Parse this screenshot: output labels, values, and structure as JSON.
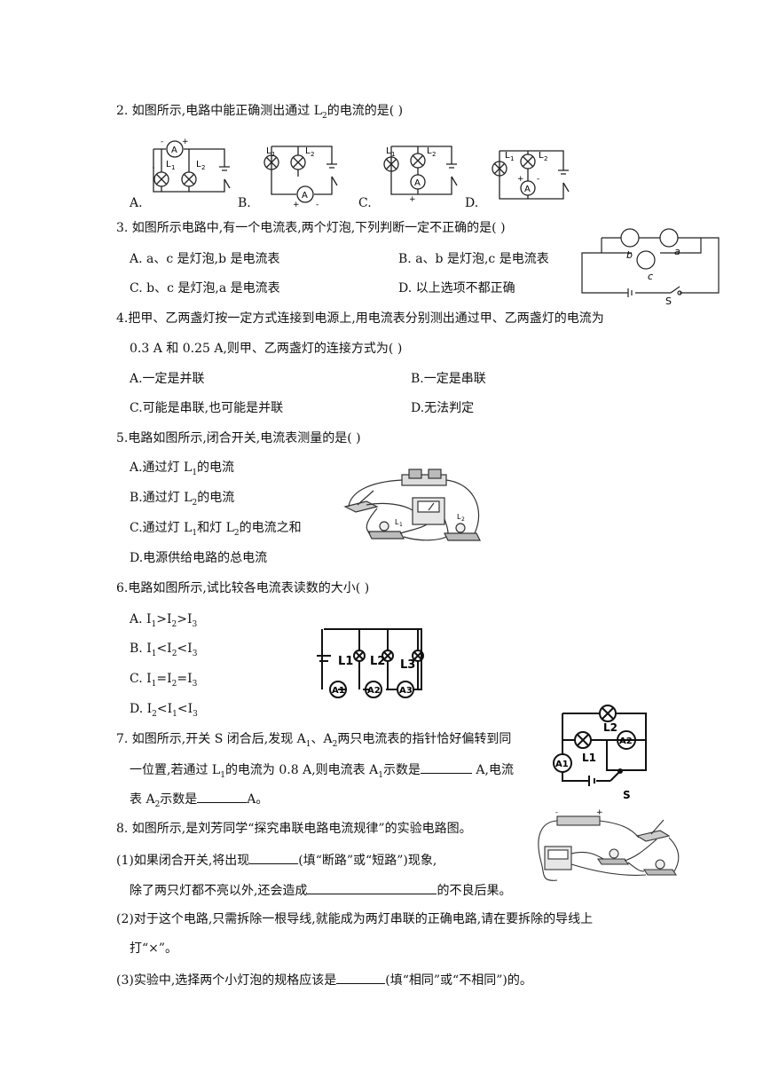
{
  "q2": {
    "stem": "2.  如图所示,电路中能正确测出通过 L",
    "stem_sub": "2",
    "stem_tail": "的电流的是(     )",
    "options": [
      "A.",
      "B.",
      "C.",
      "D."
    ]
  },
  "q3": {
    "stem": "3.  如图所示电路中,有一个电流表,两个灯泡,下列判断一定不正确的是(     )",
    "A": "A.  a、c 是灯泡,b 是电流表",
    "B": "B.  a、b 是灯泡,c 是电流表",
    "C": "C.  b、c 是灯泡,a 是电流表",
    "D": "D.  以上选项不都正确",
    "fig_labels": [
      "b",
      "a",
      "c",
      "S"
    ]
  },
  "q4": {
    "line1": "4.把甲、乙两盏灯按一定方式连接到电源上,用电流表分别测出通过甲、乙两盏灯的电流为",
    "line2": "0.3 A 和 0.25 A,则甲、乙两盏灯的连接方式为(     )",
    "A": "A.一定是并联",
    "B": "B.一定是串联",
    "C": "C.可能是串联,也可能是并联",
    "D": "D.无法判定"
  },
  "q5": {
    "stem": "5.电路如图所示,闭合开关,电流表测量的是(     )",
    "A_pre": "A.通过灯 L",
    "A_sub": "1",
    "A_post": "的电流",
    "B_pre": "B.通过灯 L",
    "B_sub": "2",
    "B_post": "的电流",
    "C_pre": "C.通过灯 L",
    "C_sub1": "1",
    "C_mid": "和灯 L",
    "C_sub2": "2",
    "C_post": "的电流之和",
    "D": "D.电源供给电路的总电流"
  },
  "q6": {
    "stem": "6.电路如图所示,试比较各电流表读数的大小(     )",
    "A": [
      "A. I",
      "1",
      ">I",
      "2",
      ">I",
      "3"
    ],
    "B": [
      "B. I",
      "1",
      "<I",
      "2",
      "<I",
      "3"
    ],
    "C": [
      "C. I",
      "1",
      "=I",
      "2",
      "=I",
      "3"
    ],
    "D": [
      "D. I",
      "2",
      "<I",
      "1",
      "<I",
      "3"
    ],
    "fig_labels": [
      "L1",
      "L2",
      "L3",
      "A1",
      "A2",
      "A3"
    ]
  },
  "q7": {
    "l1_pre": "7.  如图所示,开关 S 闭合后,发现 A",
    "l1_s1": "1",
    "l1_mid": "、A",
    "l1_s2": "2",
    "l1_post": "两只电流表的指针恰好偏转到同",
    "l2_pre": "一位置,若通过 L",
    "l2_s1": "1",
    "l2_mid": "的电流为 0.8 A,则电流表 A",
    "l2_s2": "1",
    "l2_mid2": "示数是",
    "l2_post": " A,电流",
    "l3_pre": "表 A",
    "l3_s": "2",
    "l3_mid": "示数是",
    "l3_post": "A。",
    "fig_labels": [
      "L2",
      "A2",
      "A1",
      "L1",
      "S"
    ]
  },
  "q8": {
    "stem": "8.  如图所示,是刘芳同学“探究串联电路电流规律”的实验电路图。",
    "p1_a": "(1)如果闭合开关,将出现",
    "p1_b": "(填“断路”或“短路”)现象,",
    "p1_c": "除了两只灯都不亮以外,还会造成",
    "p1_d": "的不良后果。",
    "p2_a": "(2)对于这个电路,只需拆除一根导线,就能成为两灯串联的正确电路,请在要拆除的导线上",
    "p2_b": "打“×”。",
    "p3_a": "(3)实验中,选择两个小灯泡的规格应该是",
    "p3_b": "(填“相同”或“不相同”)的。"
  }
}
